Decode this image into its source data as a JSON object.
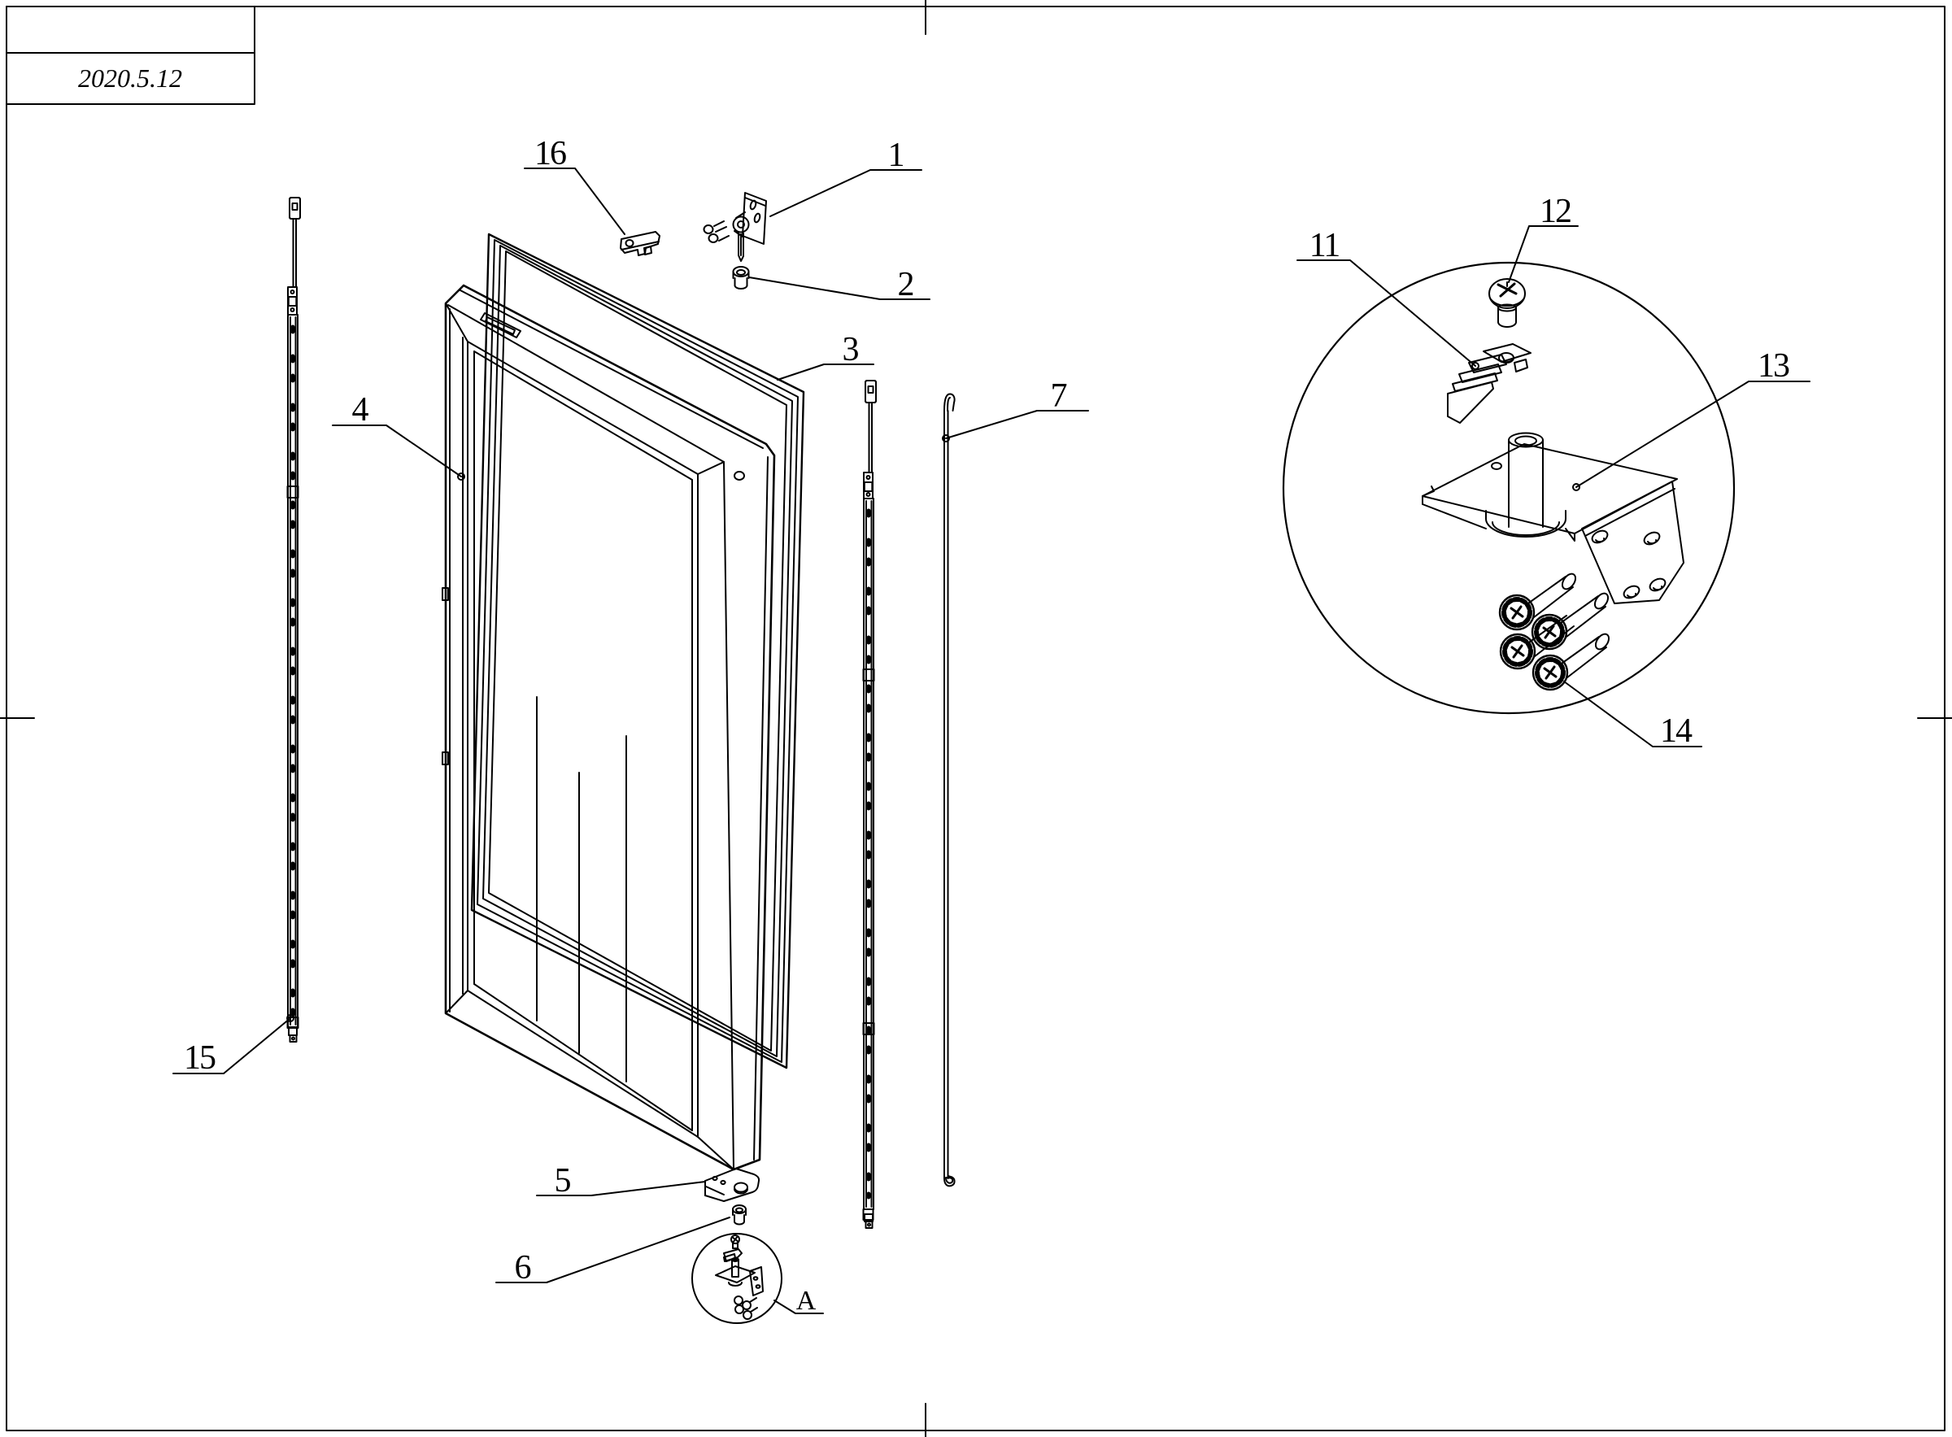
{
  "title_block": {
    "date": "2020.5.12"
  },
  "callouts": {
    "c1": "1",
    "c2": "2",
    "c3": "3",
    "c4": "4",
    "c5": "5",
    "c6": "6",
    "c7": "7",
    "c11": "11",
    "c12": "12",
    "c13": "13",
    "c14": "14",
    "c15": "15",
    "c16": "16",
    "detail_a": "A"
  },
  "colors": {
    "line": "#000000",
    "paper": "#ffffff",
    "fill_dark": "#111111"
  }
}
